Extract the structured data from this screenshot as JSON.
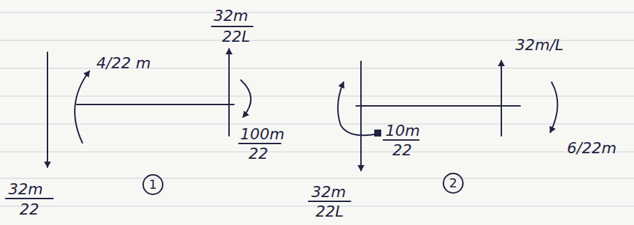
{
  "diagram": {
    "labels": [
      "32m",
      "22L",
      "4/22 m",
      "100m",
      "22",
      "32m",
      "22",
      "1",
      "32m/L",
      "10m",
      "22",
      "6/22m",
      "32m",
      "22L",
      "2"
    ]
  }
}
